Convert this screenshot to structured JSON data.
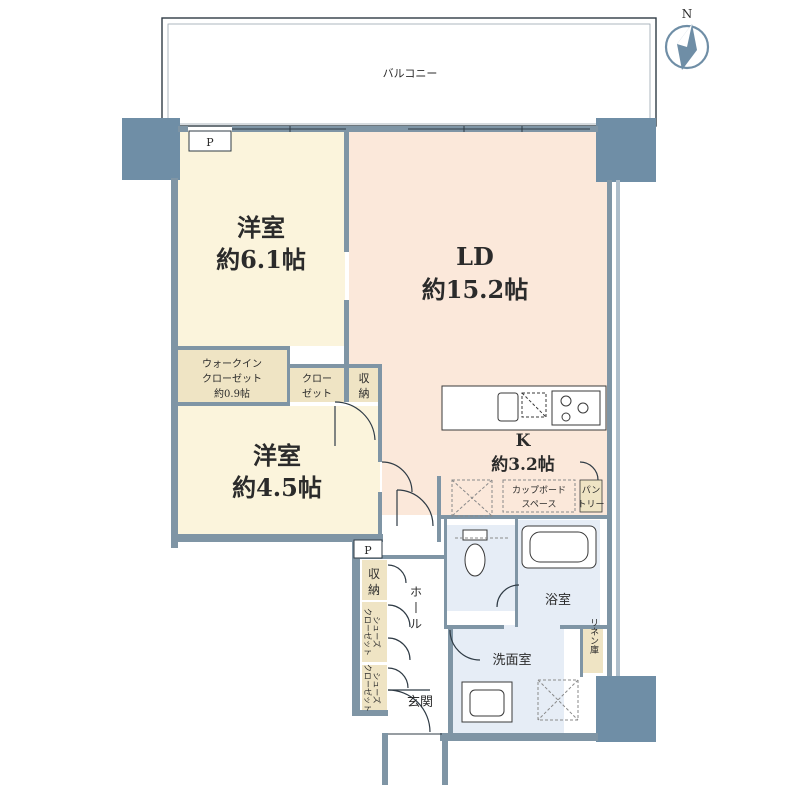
{
  "compass": {
    "label": "N"
  },
  "rooms": {
    "balcony": {
      "name": "バルコニー"
    },
    "pipe_space_top": {
      "name": "P"
    },
    "pipe_space_mid": {
      "name": "P"
    },
    "western_room_1": {
      "name": "洋室",
      "size": "約6.1帖"
    },
    "living_dining": {
      "name": "LD",
      "size": "約15.2帖"
    },
    "walk_in_closet": {
      "name_line1": "ウォークイン",
      "name_line2": "クローゼット",
      "size": "約0.9帖"
    },
    "closet": {
      "name_line1": "クロー",
      "name_line2": "ゼット"
    },
    "storage_top": {
      "name_line1": "収",
      "name_line2": "納"
    },
    "western_room_2": {
      "name": "洋室",
      "size": "約4.5帖"
    },
    "kitchen": {
      "name": "K",
      "size": "約3.2帖"
    },
    "cupboard_space": {
      "name_line1": "カップボード",
      "name_line2": "スペース"
    },
    "pantry": {
      "name_line1": "パン",
      "name_line2": "トリー"
    },
    "storage_hall": {
      "name_line1": "収",
      "name_line2": "納"
    },
    "hall": {
      "name_line1": "ホ",
      "name_line2": "丨",
      "name_line3": "ル"
    },
    "shoes_closet_1": {
      "name_line1": "シューズ",
      "name_line2": "クローゼット"
    },
    "shoes_closet_2": {
      "name_line1": "シューズ",
      "name_line2": "クローゼット"
    },
    "bathroom": {
      "name": "浴室"
    },
    "washroom": {
      "name": "洗面室"
    },
    "linen_closet": {
      "name": "リネン庫"
    },
    "entrance": {
      "name": "玄関"
    }
  },
  "colors": {
    "wall": "#7f95a5",
    "pillar": "#6f8ea6",
    "western_room_fill": "#fbf4dc",
    "ld_fill": "#fbe8da",
    "closet_fill": "#efe4c4",
    "wet_area_fill": "#e6edf6",
    "hall_fill": "#ffffff"
  }
}
